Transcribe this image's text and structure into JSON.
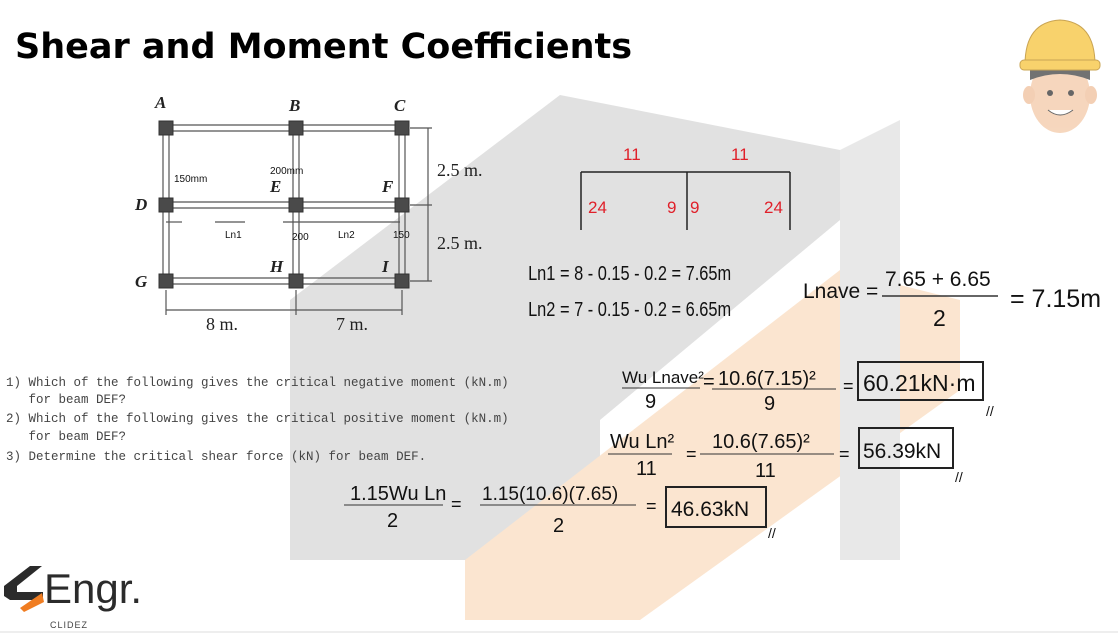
{
  "title": "Shear and Moment Coefficients",
  "frame": {
    "nodes": [
      "A",
      "B",
      "C",
      "D",
      "E",
      "F",
      "G",
      "H",
      "I"
    ],
    "col_label_d": "150mm",
    "col_label_e": "200mm",
    "ln1": "Ln1",
    "ln2": "Ln2",
    "w200": "200",
    "w150": "150",
    "dim_top": "2.5 m.",
    "dim_bottom": "2.5 m.",
    "span1": "8 m.",
    "span2": "7 m."
  },
  "coefficients": {
    "top_left": "11",
    "top_right": "11",
    "end_left": "24",
    "mid_left": "9",
    "mid_right": "9",
    "end_right": "24"
  },
  "calcs": {
    "ln1": "Ln1 = 8 - 0.15 - 0.2 = 7.65m",
    "ln2": "Ln2 = 7 - 0.15 - 0.2 = 6.65m",
    "lnave_lhs": "Lnave =",
    "lnave_num": "7.65 + 6.65",
    "lnave_den": "2",
    "lnave_res": "= 7.15m",
    "neg_num": "Wu Lnave²",
    "neg_den": "9",
    "neg_sub_num": "10.6(7.15)²",
    "neg_sub_den": "9",
    "neg_result": "60.21kN·m",
    "pos_num": "Wu Ln²",
    "pos_den": "11",
    "pos_sub_num": "10.6(7.65)²",
    "pos_sub_den": "11",
    "pos_result": "56.39kN",
    "shear_num": "1.15Wu Ln",
    "shear_den": "2",
    "shear_sub_num": "1.15(10.6)(7.65)",
    "shear_sub_den": "2",
    "shear_result": "46.63kN",
    "eq": "=",
    "mark": "//"
  },
  "questions": [
    "1) Which of the following gives the critical negative moment (kN.m)",
    "   for beam DEF?",
    "2) Which of the following gives the critical positive moment (kN.m)",
    "   for beam DEF?",
    "3) Determine the critical shear force (kN) for beam DEF."
  ],
  "logo": {
    "text": "Engr.",
    "sub": "CLIDEZ"
  },
  "mascot_icon": "engineer-hardhat-icon",
  "colors": {
    "accent_orange": "#f07d22",
    "watermark_gray": "#d9d9d9",
    "red_ink": "#e0202a"
  }
}
